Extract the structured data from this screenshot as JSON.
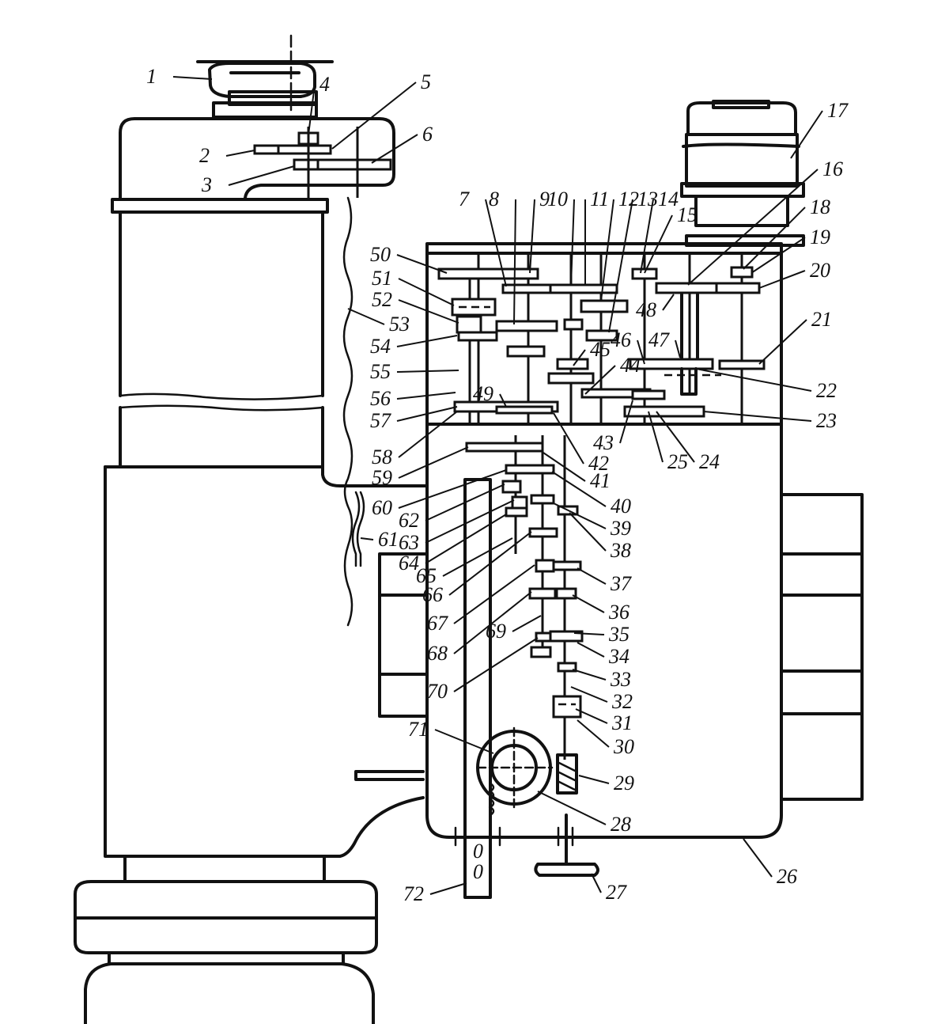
{
  "labels": [
    "1",
    "2",
    "3",
    "4",
    "5",
    "6",
    "7",
    "8",
    "9",
    "10",
    "11",
    "12",
    "13",
    "14",
    "15",
    "16",
    "17",
    "18",
    "19",
    "20",
    "21",
    "22",
    "23",
    "24",
    "25",
    "26",
    "27",
    "28",
    "29",
    "30",
    "31",
    "32",
    "33",
    "34",
    "35",
    "36",
    "37",
    "38",
    "39",
    "40",
    "41",
    "42",
    "43",
    "44",
    "45",
    "46",
    "47",
    "48",
    "49",
    "50",
    "51",
    "52",
    "53",
    "54",
    "55",
    "56",
    "57",
    "58",
    "59",
    "60",
    "61",
    "62",
    "63",
    "64",
    "65",
    "66",
    "67",
    "68",
    "69",
    "70",
    "71",
    "72"
  ],
  "rack_marks": [
    "0",
    "0"
  ]
}
